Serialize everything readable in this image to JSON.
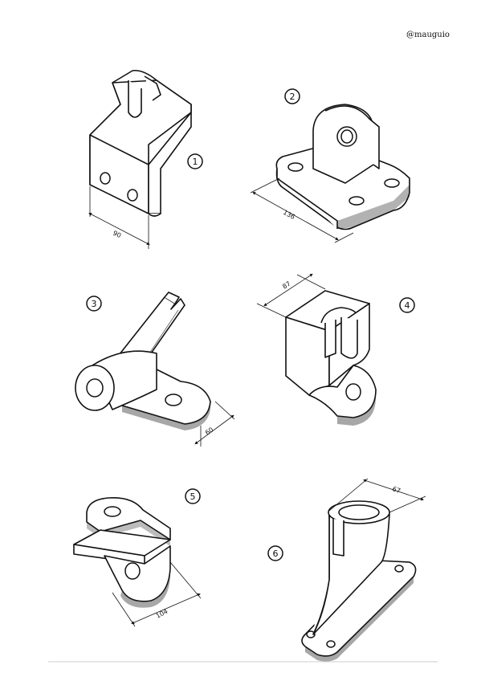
{
  "watermark": "@mauguio",
  "parts": [
    {
      "number": "1",
      "dimension": "90"
    },
    {
      "number": "2",
      "dimension": "136"
    },
    {
      "number": "3",
      "dimension": "60"
    },
    {
      "number": "4",
      "dimension": "87"
    },
    {
      "number": "5",
      "dimension": "104"
    },
    {
      "number": "6",
      "dimension": "67"
    }
  ]
}
